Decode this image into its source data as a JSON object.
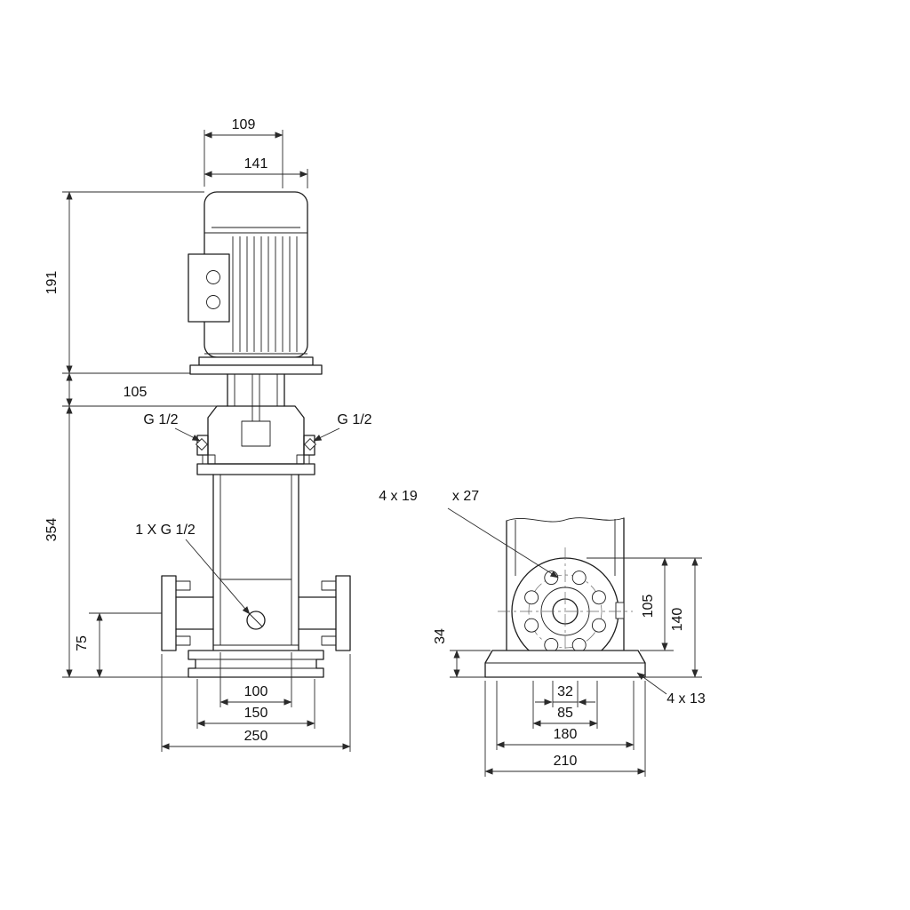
{
  "drawing": {
    "front_view": {
      "dim_109": "109",
      "dim_141": "141",
      "dim_191": "191",
      "dim_105": "105",
      "dim_354": "354",
      "dim_75": "75",
      "dim_100": "100",
      "dim_150": "150",
      "dim_250": "250",
      "port_left": "G 1/2",
      "port_right": "G 1/2",
      "drain": "1 X G 1/2"
    },
    "side_view": {
      "holes_flange_a": "4 x 19",
      "holes_flange_b": "x 27",
      "dim_34": "34",
      "dim_105": "105",
      "dim_140": "140",
      "dim_32": "32",
      "dim_85": "85",
      "dim_180": "180",
      "dim_210": "210",
      "holes_base": "4 x 13"
    }
  }
}
